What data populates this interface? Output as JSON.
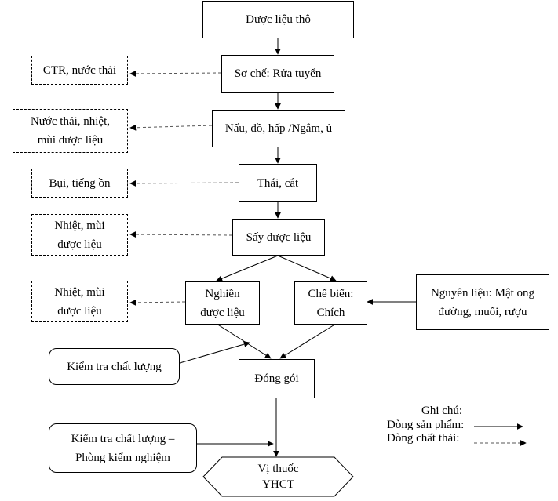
{
  "process": {
    "raw": "Dược liệu thô",
    "wash": "Sơ chế: Rửa tuyển",
    "cook": "Nấu, đồ, hấp /Ngâm, ủ",
    "cut": "Thái, cắt",
    "dry": "Sấy dược liệu",
    "grind": [
      "Nghiền",
      "dược liệu"
    ],
    "process": [
      "Chế biến:",
      "Chích"
    ],
    "pack": "Đóng gói",
    "product": [
      "Vị thuốc",
      "YHCT"
    ]
  },
  "waste": {
    "w1": "CTR, nước thải",
    "w2": [
      "Nước thải, nhiệt,",
      "mùi dược liệu"
    ],
    "w3": "Bụi, tiếng ồn",
    "w4": [
      "Nhiệt, mùi",
      "dược liệu"
    ],
    "w5": [
      "Nhiệt, mùi",
      "dược liệu"
    ]
  },
  "inputs": {
    "materials": [
      "Nguyên liệu: Mật ong",
      "đường, muối, rượu"
    ],
    "qc1": "Kiểm tra chất lượng",
    "qc2": [
      "Kiểm tra chất lượng –",
      "Phòng kiểm nghiệm"
    ]
  },
  "legend": {
    "title": "Ghi chú:",
    "product_flow": "Dòng sản phẩm:",
    "waste_flow": "Dòng chất thải:"
  }
}
